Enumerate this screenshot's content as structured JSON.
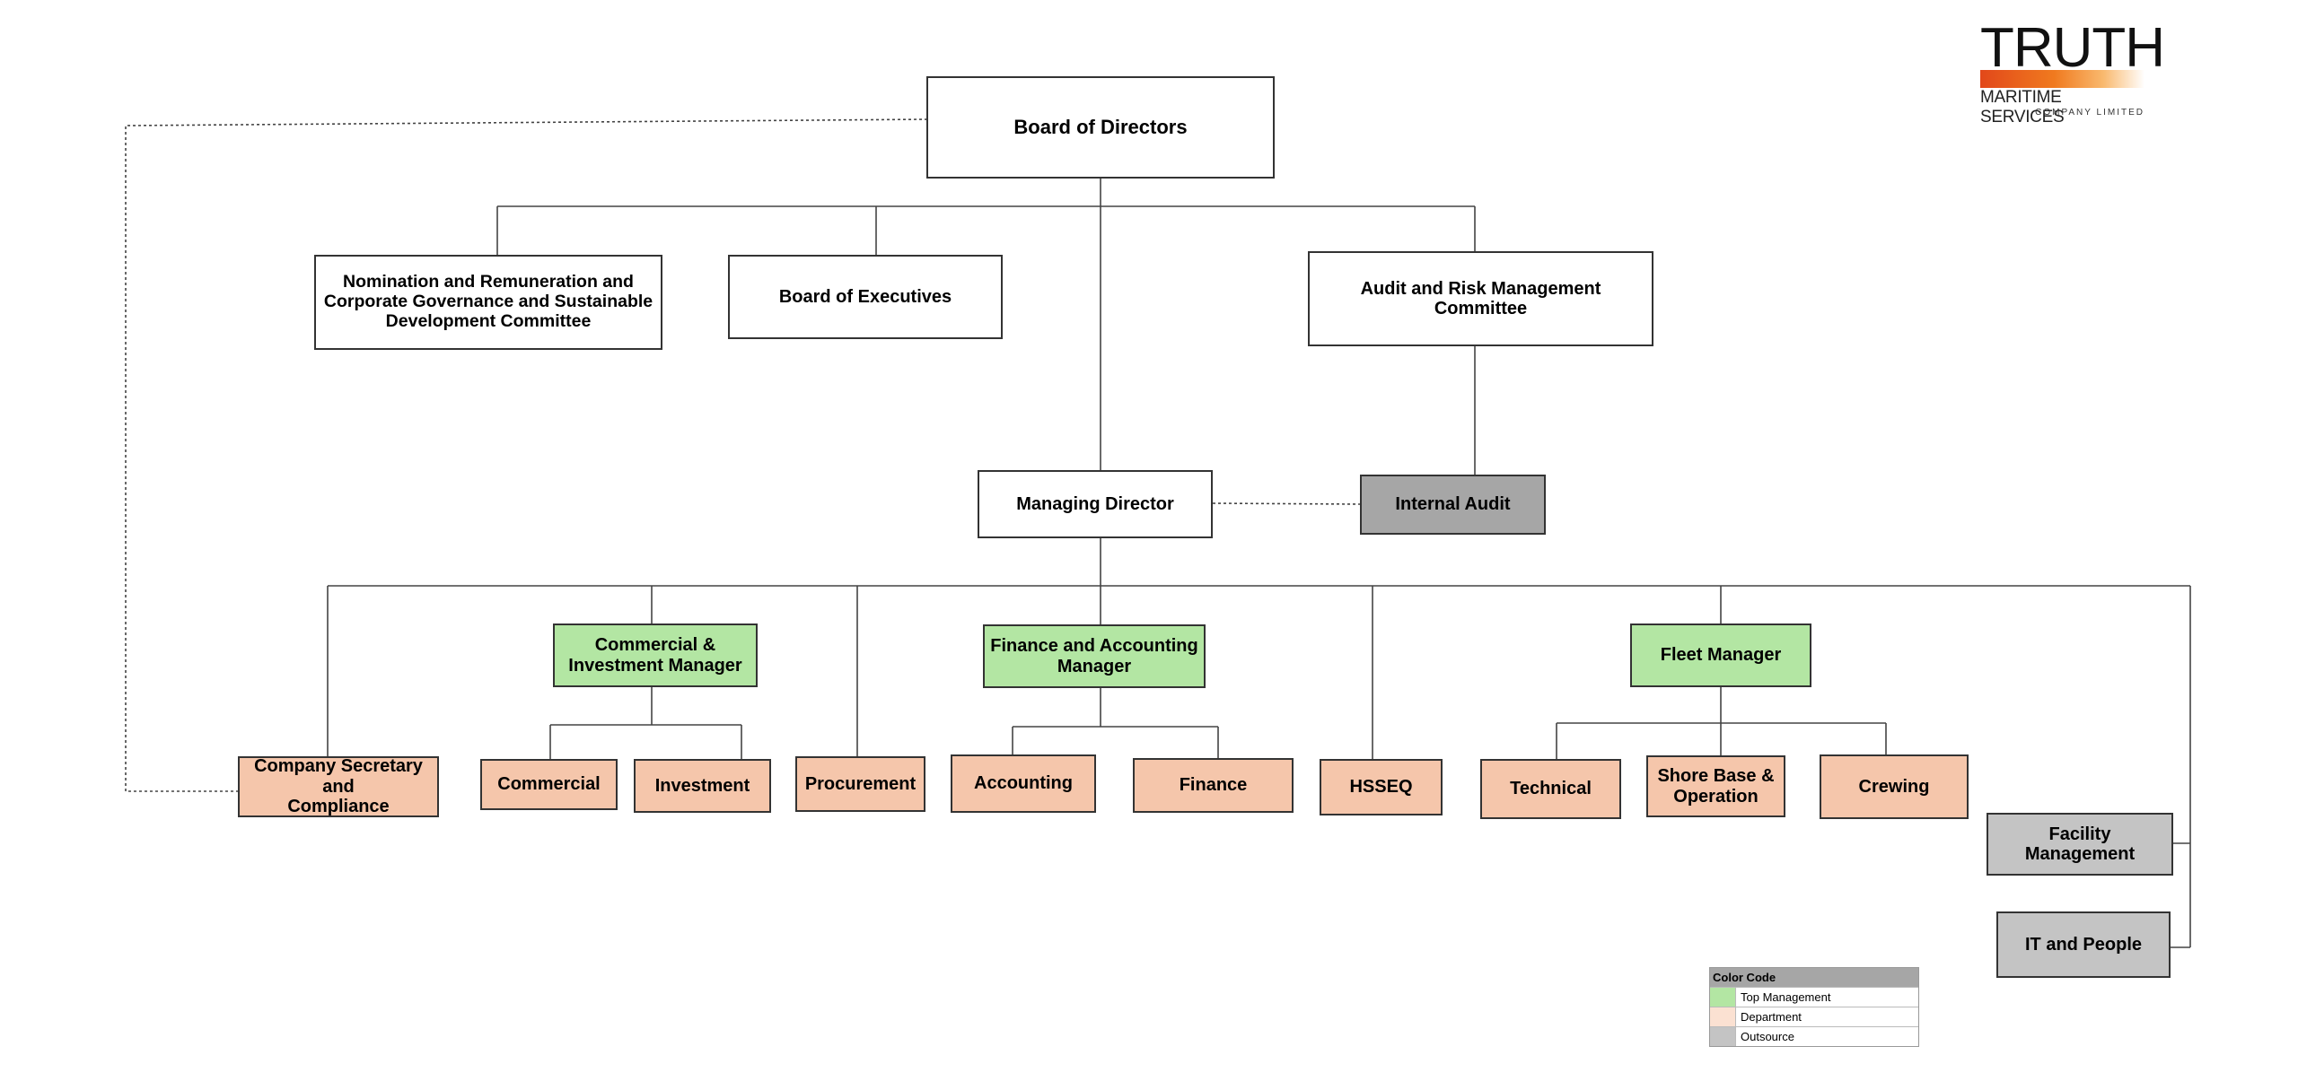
{
  "logo": {
    "name": "TRUTH",
    "subtitle": "MARITIME SERVICES",
    "tagline": "COMPANY LIMITED"
  },
  "nodes": {
    "board_of_directors": "Board of Directors",
    "nomination_committee": "Nomination and Remuneration and\nCorporate Governance and Sustainable\nDevelopment Committee",
    "board_of_executives": "Board of Executives",
    "audit_risk_committee": "Audit and Risk Management Committee",
    "managing_director": "Managing Director",
    "internal_audit": "Internal Audit",
    "commercial_investment_manager": "Commercial &\nInvestment Manager",
    "finance_accounting_manager": "Finance and Accounting\nManager",
    "fleet_manager": "Fleet Manager",
    "company_secretary": "Company Secretary and\nCompliance",
    "commercial": "Commercial",
    "investment": "Investment",
    "procurement": "Procurement",
    "accounting": "Accounting",
    "finance": "Finance",
    "hsseq": "HSSEQ",
    "technical": "Technical",
    "shore_base": "Shore Base  &\nOperation",
    "crewing": "Crewing",
    "facility_management": "Facility Management",
    "it_and_people": "IT and People"
  },
  "legend": {
    "title": "Color Code",
    "items": [
      {
        "label": "Top Management",
        "color": "#b3e6a3"
      },
      {
        "label": "Department",
        "color": "#fbe1d2"
      },
      {
        "label": "Outsource",
        "color": "#c4c4c4"
      }
    ]
  },
  "colors": {
    "top_management": "#b3e6a3",
    "department": "#f5c6ab",
    "internal_audit": "#a6a6a6",
    "outsource": "#c4c4c4"
  }
}
